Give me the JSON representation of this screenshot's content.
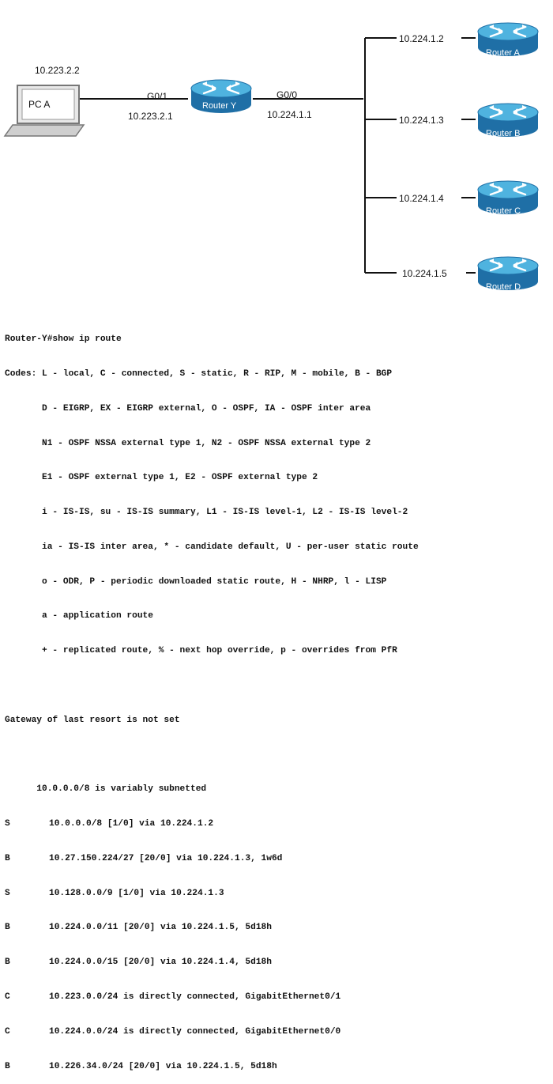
{
  "topology": {
    "pc": {
      "name": "PC A",
      "ip": "10.223.2.2"
    },
    "router_y": {
      "name": "Router Y",
      "left_if": "G0/1",
      "left_ip": "10.223.2.1",
      "right_if": "G0/0",
      "right_ip": "10.224.1.1"
    },
    "routers": [
      {
        "name": "Router A",
        "ip": "10.224.1.2"
      },
      {
        "name": "Router B",
        "ip": "10.224.1.3"
      },
      {
        "name": "Router C",
        "ip": "10.224.1.4"
      },
      {
        "name": "Router D",
        "ip": "10.224.1.5"
      }
    ],
    "colors": {
      "router_top": "#3aa6d4",
      "router_body": "#1f78b4",
      "line": "#111111"
    }
  },
  "cli": {
    "prompt": "Router-Y#show ip route",
    "codes": [
      "Codes: L - local, C - connected, S - static, R - RIP, M - mobile, B - BGP",
      "       D - EIGRP, EX - EIGRP external, O - OSPF, IA - OSPF inter area",
      "       N1 - OSPF NSSA external type 1, N2 - OSPF NSSA external type 2",
      "       E1 - OSPF external type 1, E2 - OSPF external type 2",
      "       i - IS-IS, su - IS-IS summary, L1 - IS-IS level-1, L2 - IS-IS level-2",
      "       ia - IS-IS inter area, * - candidate default, U - per-user static route",
      "       o - ODR, P - periodic downloaded static route, H - NHRP, l - LISP",
      "       a - application route",
      "       + - replicated route, % - next hop override, p - overrides from PfR"
    ],
    "gateway": "Gateway of last resort is not set",
    "subnet_header": "      10.0.0.0/8 is variably subnetted",
    "routes": [
      {
        "code": "S",
        "text": "10.0.0.0/8 [1/0] via 10.224.1.2"
      },
      {
        "code": "B",
        "text": "10.27.150.224/27 [20/0] via 10.224.1.3, 1w6d"
      },
      {
        "code": "S",
        "text": "10.128.0.0/9 [1/0] via 10.224.1.3"
      },
      {
        "code": "B",
        "text": "10.224.0.0/11 [20/0] via 10.224.1.5, 5d18h"
      },
      {
        "code": "B",
        "text": "10.224.0.0/15 [20/0] via 10.224.1.4, 5d18h"
      },
      {
        "code": "C",
        "text": "10.223.0.0/24 is directly connected, GigabitEthernet0/1"
      },
      {
        "code": "C",
        "text": "10.224.0.0/24 is directly connected, GigabitEthernet0/0"
      },
      {
        "code": "B",
        "text": "10.226.34.0/24 [20/0] via 10.224.1.5, 5d18h"
      }
    ]
  }
}
